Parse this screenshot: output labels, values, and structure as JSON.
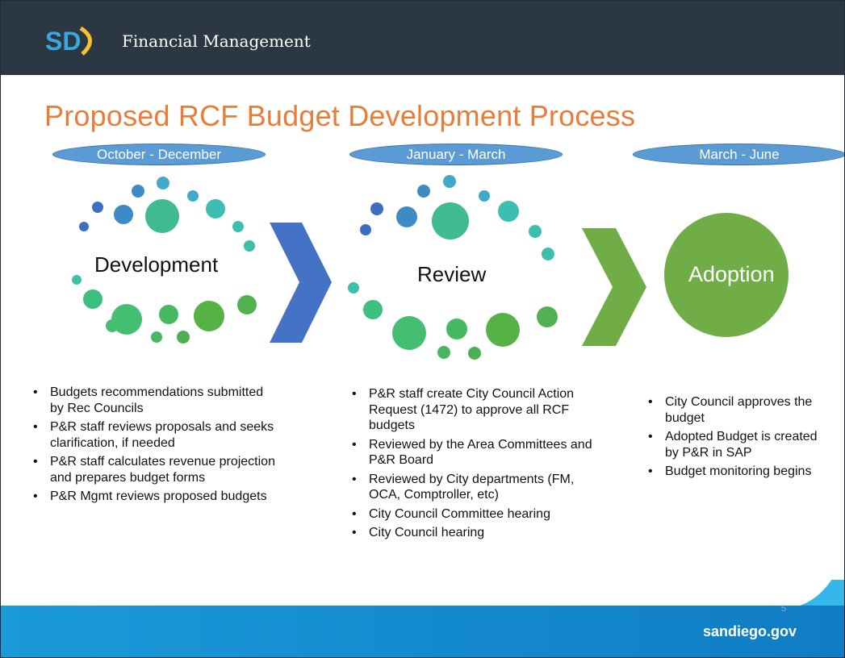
{
  "header": {
    "title": "Financial Management",
    "logo": "SD"
  },
  "title": "Proposed RCF Budget Development Process",
  "phases": [
    {
      "period": "October - December",
      "stage": "Development"
    },
    {
      "period": "January - March",
      "stage": "Review"
    },
    {
      "period": "March - June",
      "stage": "Adoption"
    }
  ],
  "development_bullets": [
    "Budgets recommendations submitted by Rec Councils",
    "P&R staff reviews proposals and seeks clarification, if needed",
    "P&R staff calculates revenue projection and prepares budget forms",
    "P&R Mgmt reviews proposed budgets"
  ],
  "review_bullets": [
    "P&R staff create City Council Action Request (1472) to approve all RCF budgets",
    "Reviewed by the Area Committees and P&R Board",
    "Reviewed by City departments (FM, OCA, Comptroller, etc)",
    "City Council Committee hearing",
    "City Council hearing"
  ],
  "adoption_bullets": [
    "City Council approves the budget",
    "Adopted Budget is created by P&R in SAP",
    "Budget monitoring begins"
  ],
  "footer": {
    "site": "sandiego.gov",
    "page": "5"
  },
  "colors": {
    "header_bg": "#2b3743",
    "title": "#e87d3a",
    "pill": "#5b9bd5",
    "arrow1": "#4472c4",
    "arrow2": "#70ad47",
    "adopt_circle": "#70ad47",
    "footer": "#1792d6"
  }
}
